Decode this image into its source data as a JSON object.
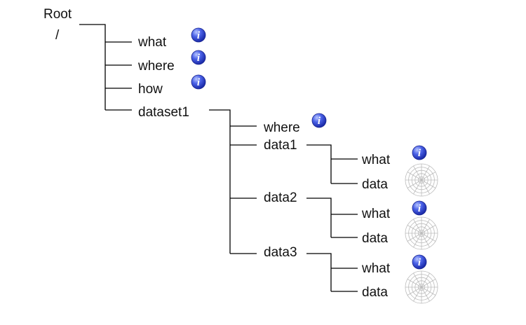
{
  "tree": {
    "root_label": "Root",
    "root_path": "/",
    "level1": {
      "what": "what",
      "where": "where",
      "how": "how",
      "dataset1": "dataset1"
    },
    "dataset1": {
      "where": "where",
      "data1": "data1",
      "data2": "data2",
      "data3": "data3"
    },
    "data1": {
      "what": "what",
      "data": "data"
    },
    "data2": {
      "what": "what",
      "data": "data"
    },
    "data3": {
      "what": "what",
      "data": "data"
    }
  },
  "icons": {
    "info": "info-icon",
    "polar_grid": "polar-grid-icon"
  },
  "colors": {
    "info_fill": "#2a3fd0",
    "info_fill_light": "#8aa0ff",
    "line": "#000000",
    "grid": "#bbbbbb"
  }
}
